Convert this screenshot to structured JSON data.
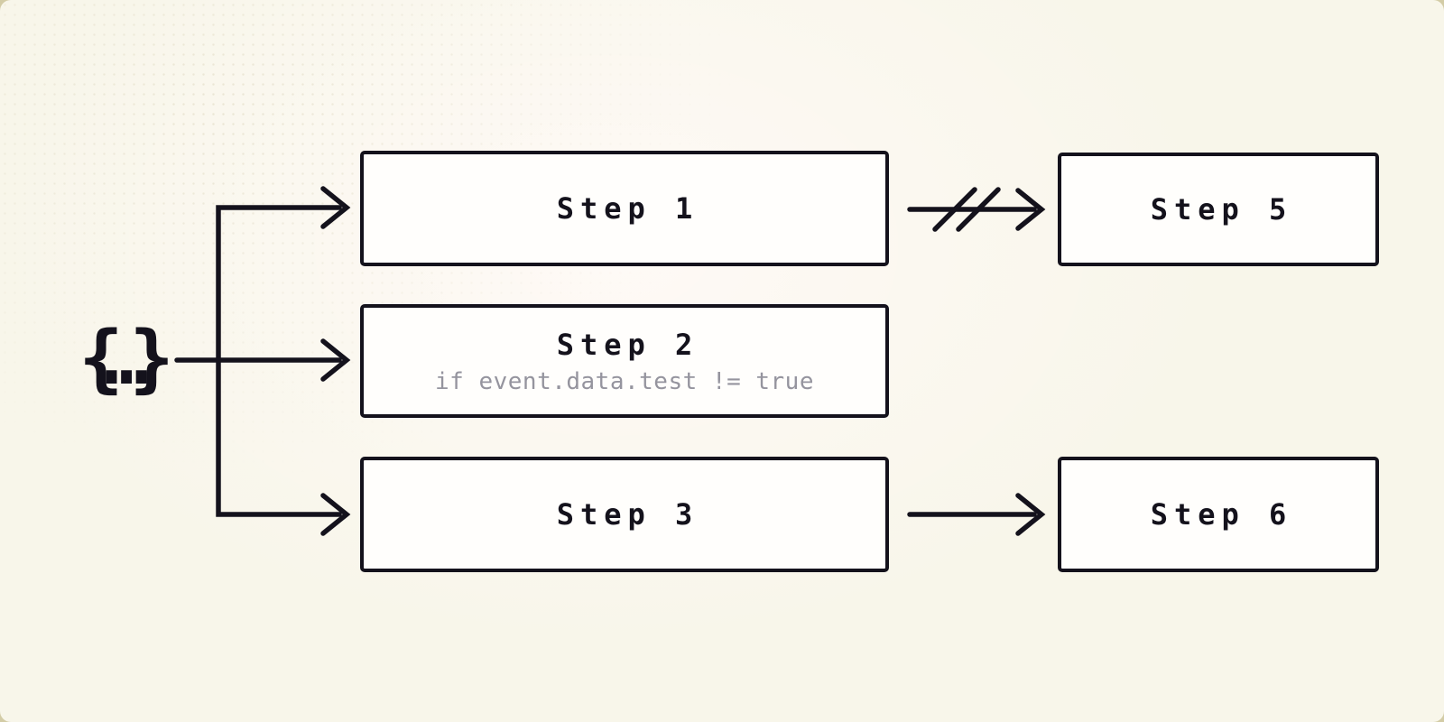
{
  "canvas": {
    "background": "#f8f6ea",
    "outer_background": "#d3cca6",
    "glow": "#fffaf7",
    "ink": "#14121c",
    "node_fill": "#fffefc",
    "muted_text": "#95949e"
  },
  "trigger": {
    "symbol": "{…}"
  },
  "steps": [
    {
      "id": "step1",
      "label": "Step 1"
    },
    {
      "id": "step2",
      "label": "Step 2",
      "condition": "if event.data.test != true"
    },
    {
      "id": "step3",
      "label": "Step 3"
    },
    {
      "id": "step5",
      "label": "Step 5"
    },
    {
      "id": "step6",
      "label": "Step 6"
    }
  ],
  "edges": [
    {
      "from": "trigger",
      "to": "step1",
      "type": "normal"
    },
    {
      "from": "trigger",
      "to": "step2",
      "type": "normal"
    },
    {
      "from": "trigger",
      "to": "step3",
      "type": "normal"
    },
    {
      "from": "step1",
      "to": "step5",
      "type": "broken"
    },
    {
      "from": "step3",
      "to": "step6",
      "type": "normal"
    }
  ]
}
